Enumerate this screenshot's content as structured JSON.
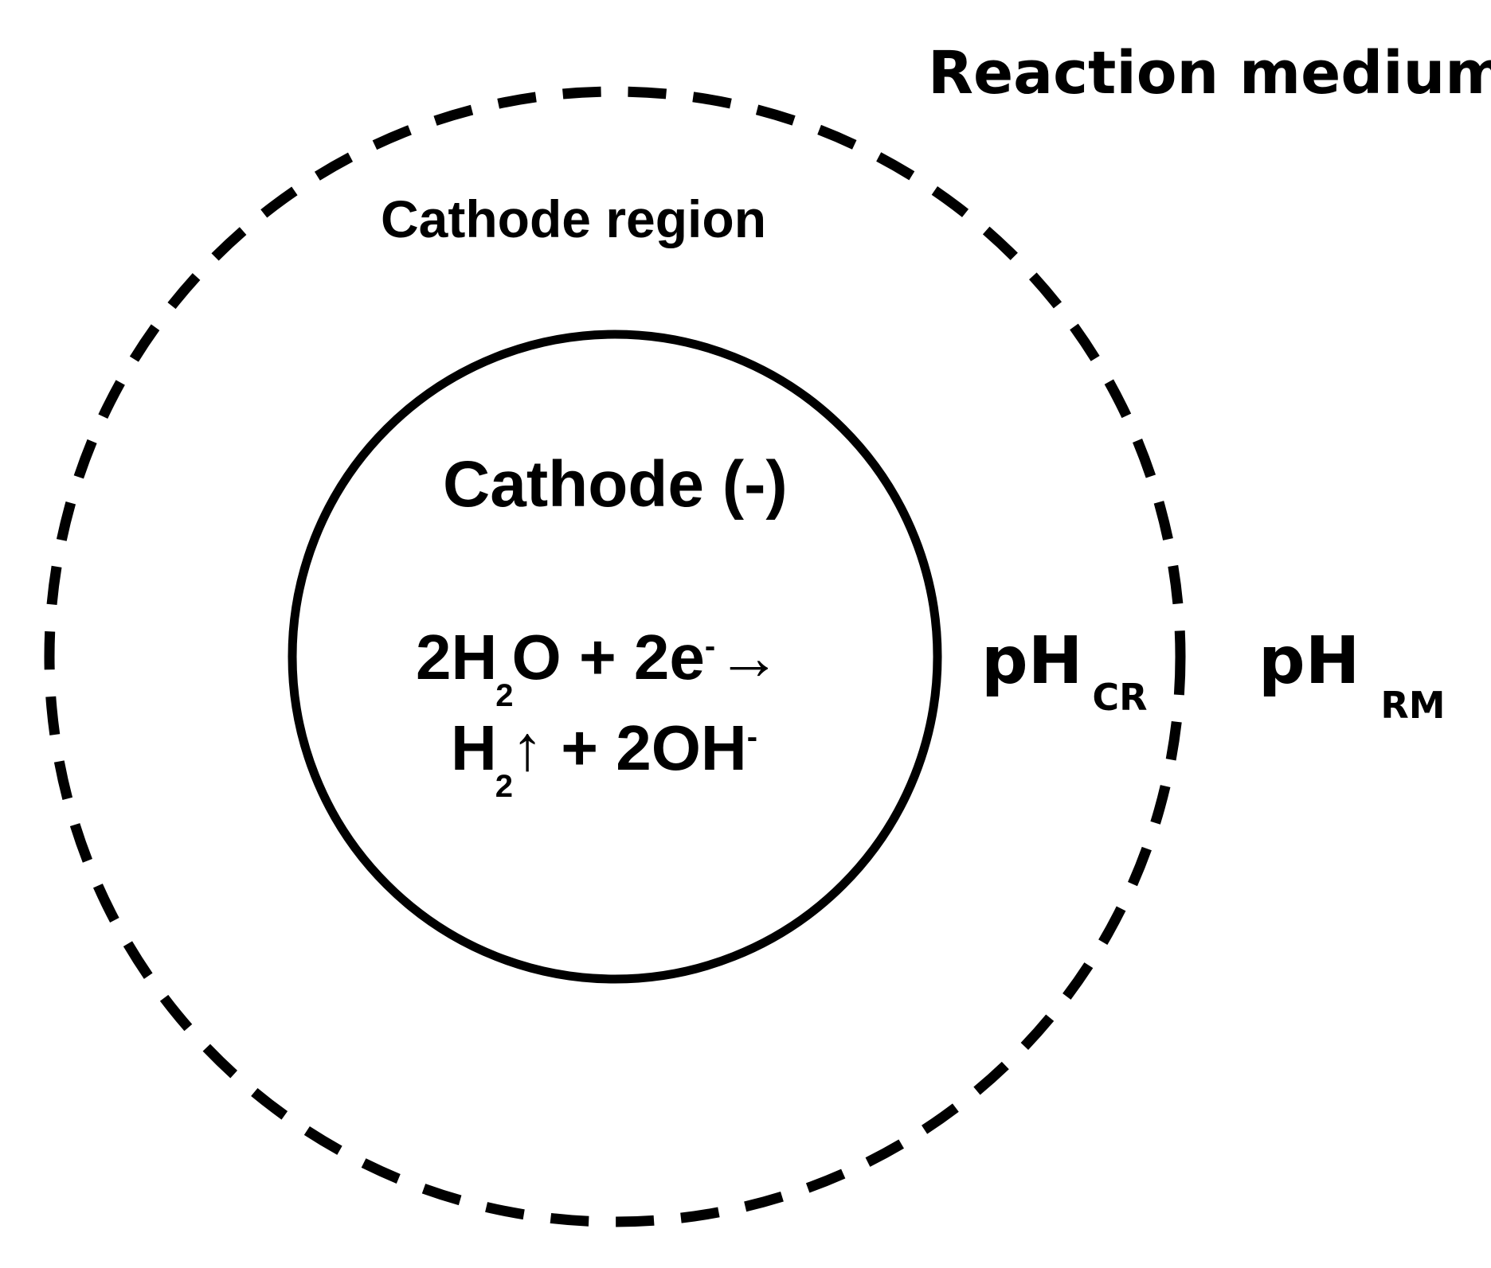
{
  "labels": {
    "reaction_medium": "Reaction medium",
    "cathode_region": "Cathode region",
    "cathode": "Cathode (-)"
  },
  "equation": {
    "line1": {
      "coef": "2H",
      "sub": "2",
      "after_sub": "O + 2e",
      "sup": "-",
      "arrow": "→"
    },
    "line2": {
      "h": "H",
      "sub": "2",
      "gas": "↑ + 2OH",
      "sup": "-"
    }
  },
  "ph_labels": {
    "cr": {
      "base": "pH",
      "sub": "CR"
    },
    "rm": {
      "base": "pH",
      "sub": "RM"
    }
  },
  "colors": {
    "stroke": "#000000",
    "background": "#ffffff"
  }
}
